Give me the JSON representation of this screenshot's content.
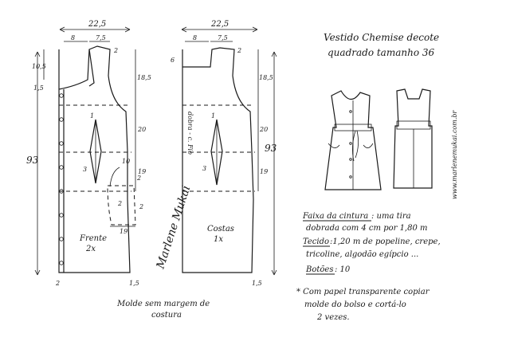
{
  "title": {
    "line1": "Vestido Chemise decote",
    "line2": "quadrado tamanho 36"
  },
  "front_piece": {
    "width_top": "22,5",
    "shoulder_left": "8",
    "shoulder_right": "7,5",
    "neck_side": "2",
    "dim_left_top": "10,5",
    "dim_left_small": "1,5",
    "armhole_depth": "18,5",
    "waist_seg": "20",
    "hip_seg": "19",
    "total_len": "93",
    "dart_left": "1",
    "dart_bottom": "3",
    "pocket_top": "10",
    "pocket_side": "2",
    "pocket_bottom": "19",
    "pocket_right": "2",
    "pocket_left": "2",
    "label": "Frente",
    "qty": "2x",
    "hem_left": "2",
    "hem_right": "1,5"
  },
  "back_piece": {
    "width_top": "22,5",
    "shoulder_left": "8",
    "shoulder_right": "7,5",
    "neck_side": "2",
    "dim_left_top": "6",
    "armhole_depth": "18,5",
    "waist_seg": "20",
    "hip_seg": "19",
    "total_len": "93",
    "dart_left": "1",
    "dart_bottom": "3",
    "fold_label": "dobra - c. Fio",
    "label": "Costas",
    "qty": "1x",
    "hem_right": "1,5"
  },
  "signature": "Marlene Mukai",
  "footer": {
    "line1": "Molde sem margem de",
    "line2": "costura"
  },
  "notes": {
    "waist_label": "Faixa da cintura",
    "waist_text1": ": uma tira",
    "waist_text2": "dobrada com 4 cm por 1,80 m",
    "fabric_label": "Tecido",
    "fabric_text1": ":1,20 m de popeline, crepe,",
    "fabric_text2": "tricoline, algodão egípcio ...",
    "buttons_label": "Botões",
    "buttons_text": ": 10",
    "star_line1": "* Com papel transparente copiar",
    "star_line2": "molde do bolso e cortá-lo",
    "star_line3": "2 vezes."
  },
  "website": "www.marlenemukai.com.br"
}
